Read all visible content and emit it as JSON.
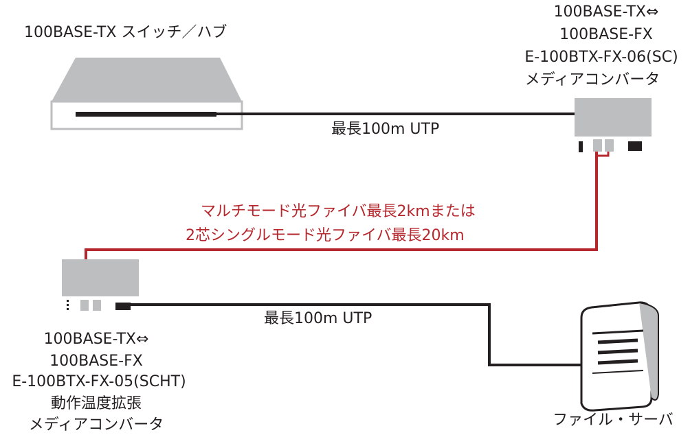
{
  "switch": {
    "label": "100BASE-TX スイッチ／ハブ"
  },
  "converter_top": {
    "line1": "100BASE-TX⇔",
    "line2": "100BASE-FX",
    "line3": "E-100BTX-FX-06(SC)",
    "line4": "メディアコンバータ"
  },
  "converter_bottom": {
    "line1": "100BASE-TX⇔",
    "line2": "100BASE-FX",
    "line3": "E-100BTX-FX-05(SCHT)",
    "line4": "動作温度拡張",
    "line5": "メディアコンバータ"
  },
  "server": {
    "label": "ファイル・サーバ"
  },
  "links": {
    "utp_top": "最長100m UTP",
    "utp_bottom": "最長100m UTP",
    "fiber_line1": "マルチモード光ファイバ最長2kmまたは",
    "fiber_line2": "2芯シングルモード光ファイバ最長20km"
  },
  "colors": {
    "utp_cable": "#231f20",
    "fiber_cable": "#b5272d",
    "device_body": "#bcbec0",
    "device_front": "#ffffff"
  }
}
